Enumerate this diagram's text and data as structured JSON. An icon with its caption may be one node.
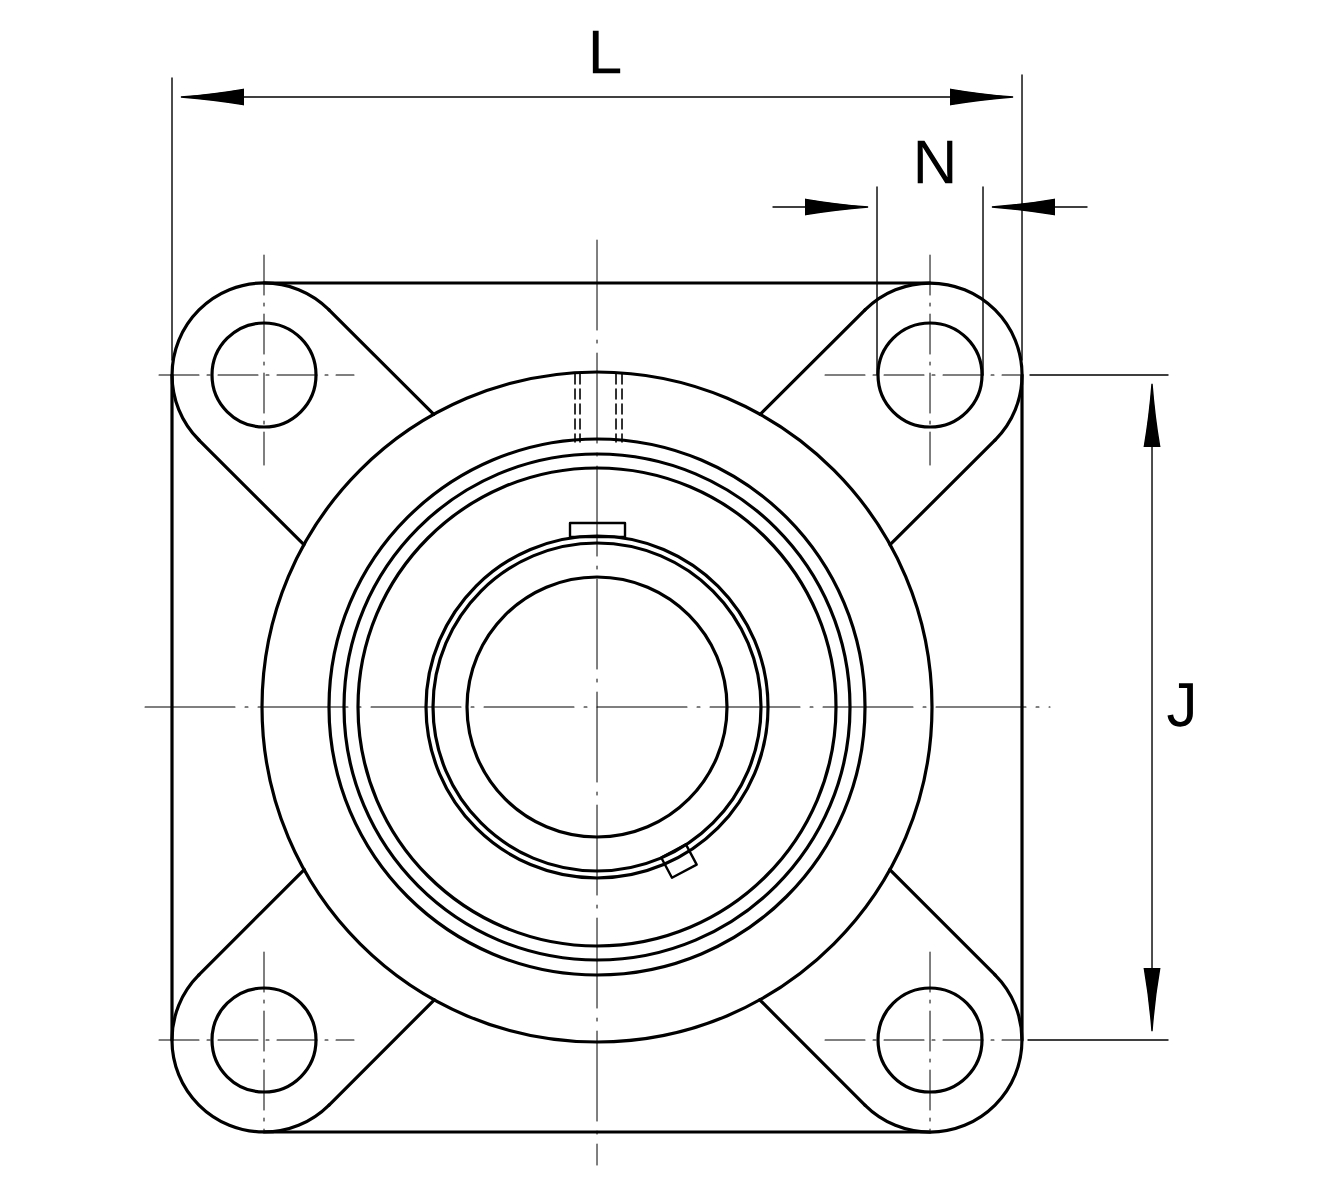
{
  "diagram": {
    "labels": [
      "L",
      "N",
      "J"
    ]
  }
}
